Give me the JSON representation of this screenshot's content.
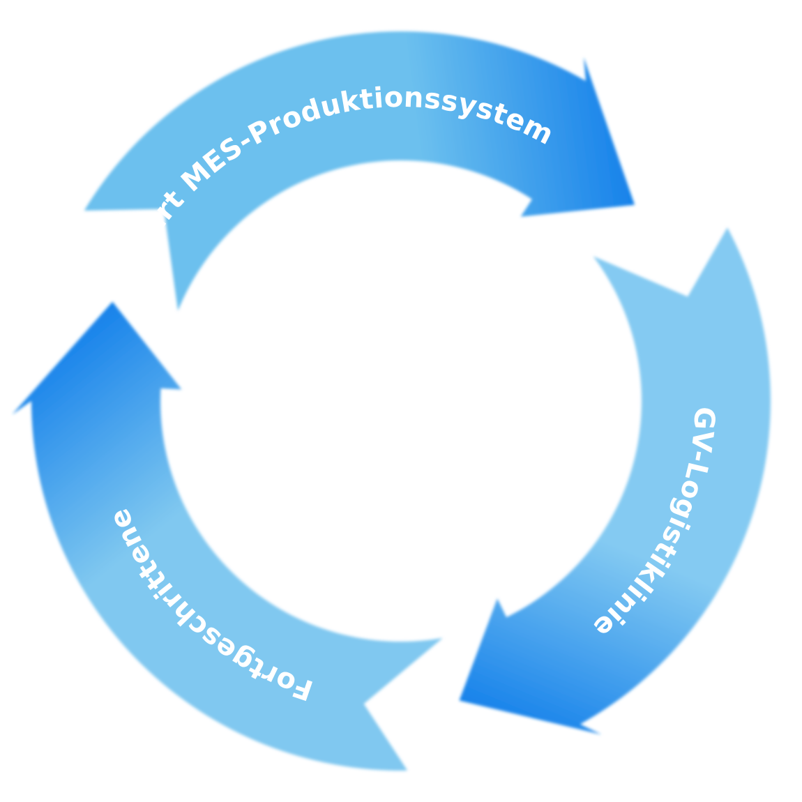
{
  "diagram": {
    "type": "cycle",
    "steps": [
      {
        "label": "Smart MES-Produktionssystem",
        "color_light": "#6cc0ee",
        "color_dark": "#1782ea"
      },
      {
        "label": "Smart AGV-Logistiklinie",
        "color_light": "#84caf2",
        "color_dark": "#1782ea"
      },
      {
        "label": "Fortgeschrittene",
        "color_light": "#80c8f0",
        "color_dark": "#1782ea"
      }
    ]
  }
}
